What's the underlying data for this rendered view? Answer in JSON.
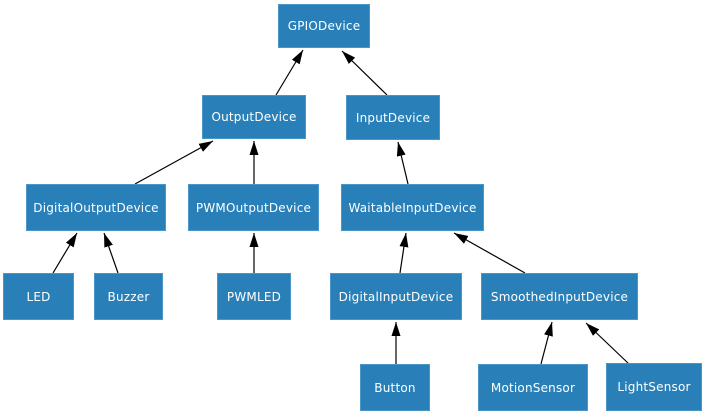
{
  "diagram": {
    "background_color": "#ffffff",
    "node_fill_color": "#2980b9",
    "node_border_color": "#4a96c8",
    "node_text_color": "#ffffff",
    "edge_color": "#000000",
    "nodes": [
      {
        "id": "GPIODevice",
        "label": "GPIODevice"
      },
      {
        "id": "OutputDevice",
        "label": "OutputDevice"
      },
      {
        "id": "InputDevice",
        "label": "InputDevice"
      },
      {
        "id": "DigitalOutputDevice",
        "label": "DigitalOutputDevice"
      },
      {
        "id": "PWMOutputDevice",
        "label": "PWMOutputDevice"
      },
      {
        "id": "WaitableInputDevice",
        "label": "WaitableInputDevice"
      },
      {
        "id": "LED",
        "label": "LED"
      },
      {
        "id": "Buzzer",
        "label": "Buzzer"
      },
      {
        "id": "PWMLED",
        "label": "PWMLED"
      },
      {
        "id": "DigitalInputDevice",
        "label": "DigitalInputDevice"
      },
      {
        "id": "SmoothedInputDevice",
        "label": "SmoothedInputDevice"
      },
      {
        "id": "Button",
        "label": "Button"
      },
      {
        "id": "MotionSensor",
        "label": "MotionSensor"
      },
      {
        "id": "LightSensor",
        "label": "LightSensor"
      }
    ],
    "edges": [
      {
        "from": "OutputDevice",
        "to": "GPIODevice"
      },
      {
        "from": "InputDevice",
        "to": "GPIODevice"
      },
      {
        "from": "DigitalOutputDevice",
        "to": "OutputDevice"
      },
      {
        "from": "PWMOutputDevice",
        "to": "OutputDevice"
      },
      {
        "from": "WaitableInputDevice",
        "to": "InputDevice"
      },
      {
        "from": "LED",
        "to": "DigitalOutputDevice"
      },
      {
        "from": "Buzzer",
        "to": "DigitalOutputDevice"
      },
      {
        "from": "PWMLED",
        "to": "PWMOutputDevice"
      },
      {
        "from": "DigitalInputDevice",
        "to": "WaitableInputDevice"
      },
      {
        "from": "SmoothedInputDevice",
        "to": "WaitableInputDevice"
      },
      {
        "from": "Button",
        "to": "DigitalInputDevice"
      },
      {
        "from": "MotionSensor",
        "to": "SmoothedInputDevice"
      },
      {
        "from": "LightSensor",
        "to": "SmoothedInputDevice"
      }
    ]
  }
}
